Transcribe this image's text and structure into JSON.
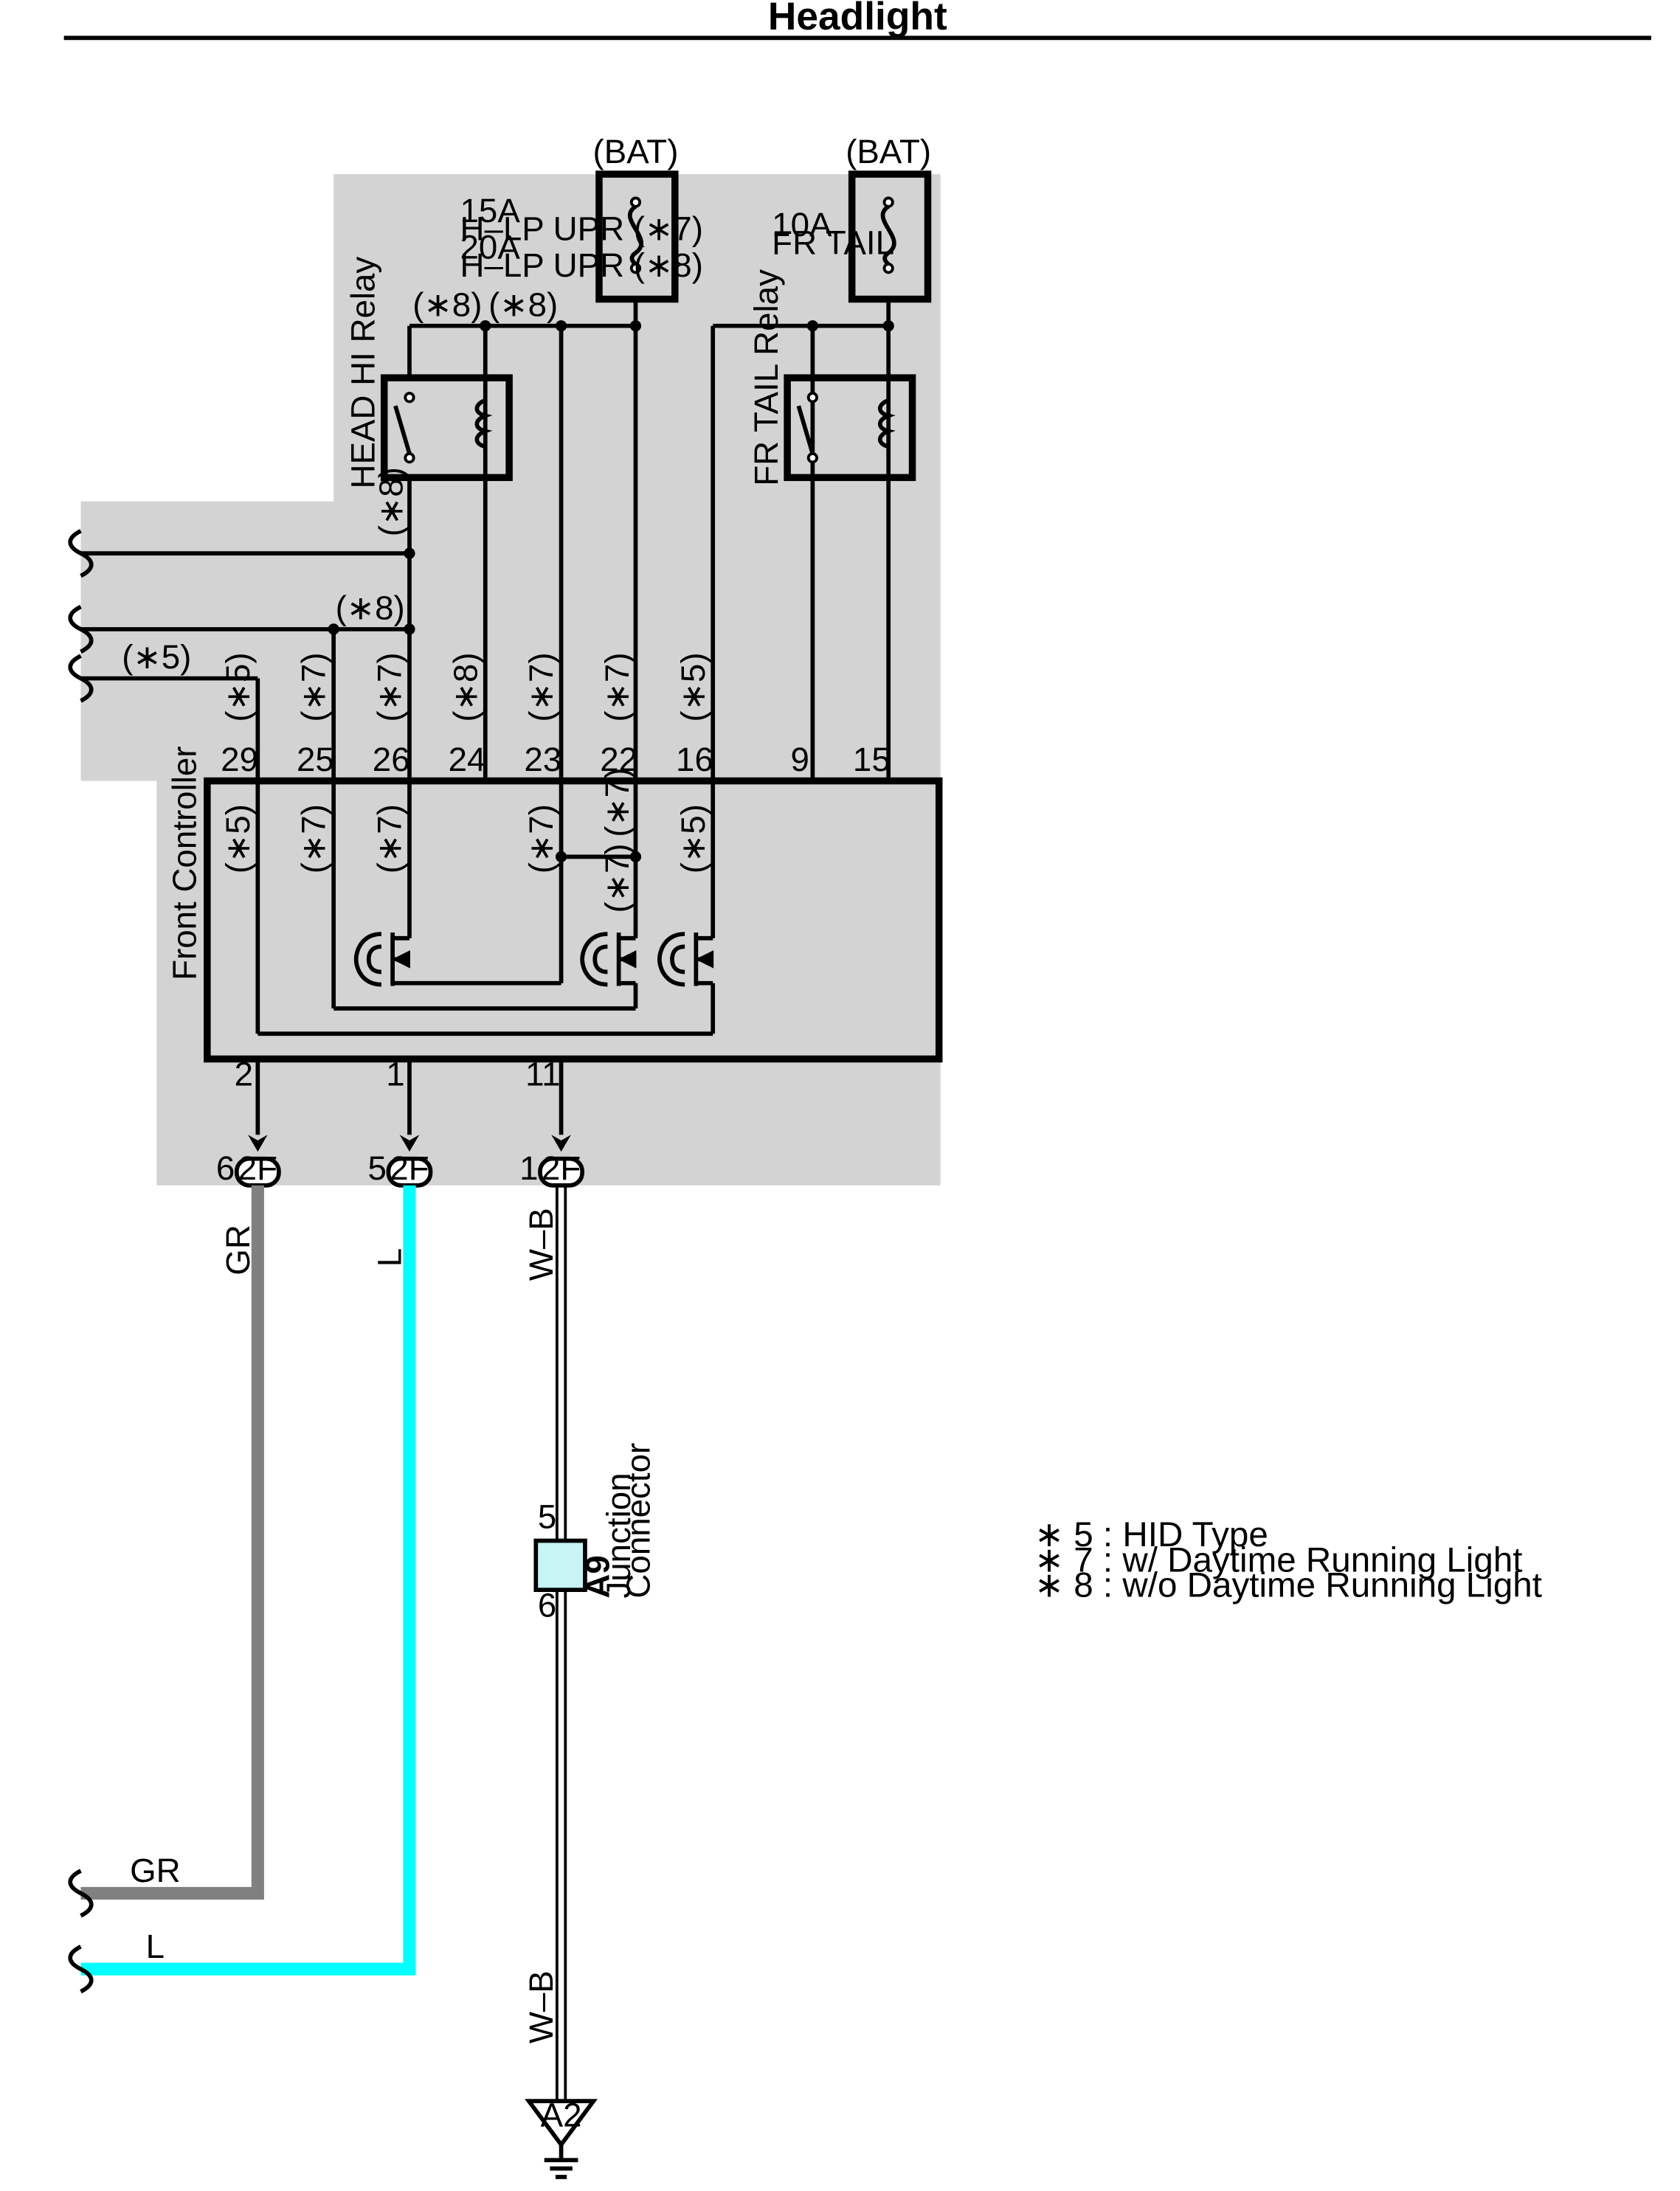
{
  "title": "Headlight",
  "colors": {
    "background": "#ffffff",
    "zone_fill": "#d3d3d3",
    "line": "#000000",
    "wire_gr": "#808080",
    "wire_l": "#00ffff",
    "junction_fill": "#c8f4f6"
  },
  "fuses": {
    "hlp": {
      "source": "(BAT)",
      "lines": [
        "15A",
        "H–LP UPR (∗7)",
        "20A",
        "H–LP UPR (∗8)"
      ]
    },
    "tail": {
      "source": "(BAT)",
      "lines": [
        "10A",
        "FR TAIL"
      ]
    }
  },
  "relays": {
    "head_hi": "HEAD HI Relay",
    "fr_tail": "FR TAIL Relay"
  },
  "controller": {
    "name": "Front Controller",
    "top_pins": [
      "29",
      "25",
      "26",
      "24",
      "23",
      "22",
      "16",
      "9",
      "15"
    ],
    "bottom_pins": [
      "2",
      "1",
      "11"
    ]
  },
  "variant_marks": {
    "star5": "(∗5)",
    "star7": "(∗7)",
    "star8": "(∗8)"
  },
  "connectors": [
    {
      "pin": "6",
      "code": "2F"
    },
    {
      "pin": "5",
      "code": "2F"
    },
    {
      "pin": "1",
      "code": "2F"
    }
  ],
  "wires": {
    "gr": "GR",
    "l": "L",
    "wb": "W–B"
  },
  "junction": {
    "code": "A9",
    "name_line1": "Junction",
    "name_line2": "Connector",
    "pin_top": "5",
    "pin_bottom": "6"
  },
  "ground": "A2",
  "legend": [
    "∗ 5 : HID Type",
    "∗ 7 : w/ Daytime Running Light",
    "∗ 8 : w/o Daytime Running Light"
  ]
}
